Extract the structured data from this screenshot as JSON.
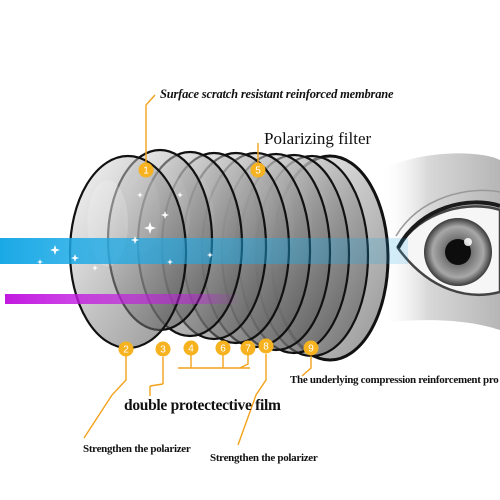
{
  "labels": {
    "surface_membrane": "Surface scratch resistant reinforced membrane",
    "polarizing_filter": "Polarizing filter",
    "compression_reinforcement": "The underlying compression reinforcement pro",
    "protective_film": "double protectective film",
    "polarizer_left": "Strengthen the polarizer",
    "polarizer_right": "Strengthen the polarizer"
  },
  "markers": [
    "1",
    "2",
    "3",
    "4",
    "5",
    "6",
    "7",
    "8",
    "9"
  ],
  "colors": {
    "marker_fill": "#f6b21f",
    "marker_text": "#ffffff",
    "leader_line": "#f2a21a",
    "blue_beam": "#1aa9e6",
    "magenta_beam": "#c21ae0",
    "lens_rim": "#111111"
  }
}
